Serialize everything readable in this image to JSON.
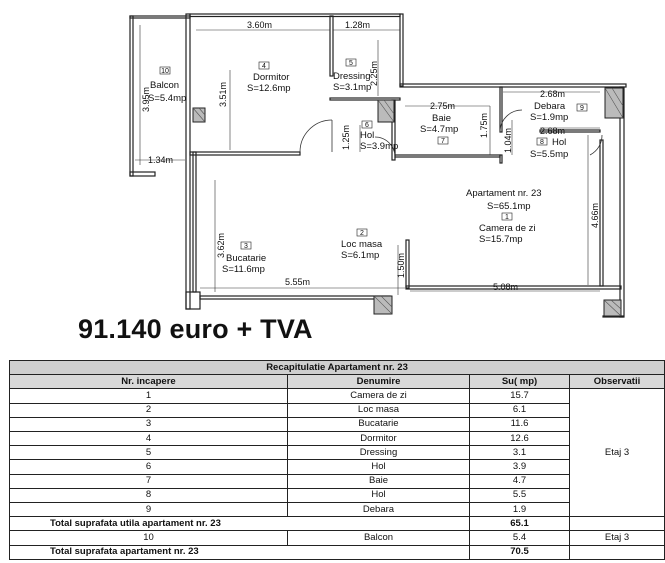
{
  "plan": {
    "dims": {
      "d360": "3.60m",
      "d128": "1.28m",
      "d225": "2.25m",
      "d395": "3.95m",
      "d351": "3.51m",
      "d134": "1.34m",
      "d275": "2.75m",
      "d175": "1.75m",
      "d125": "1.25m",
      "d268a": "2.68m",
      "d268b": "2.68m",
      "d104": "1.04m",
      "d466": "4.66m",
      "d362": "3.62m",
      "d555": "5.55m",
      "d150": "1.50m",
      "d508": "5.08m"
    },
    "rooms": {
      "balcon": {
        "num": "10",
        "name": "Balcon",
        "area": "S=5.4mp"
      },
      "dormitor": {
        "num": "4",
        "name": "Dormitor",
        "area": "S=12.6mp"
      },
      "dressing": {
        "num": "5",
        "name": "Dressing",
        "area": "S=3.1mp"
      },
      "baie": {
        "num": "7",
        "name": "Baie",
        "area": "S=4.7mp"
      },
      "hol6": {
        "num": "6",
        "name": "Hol",
        "area": "S=3.9mp"
      },
      "debara": {
        "num": "9",
        "name": "Debara",
        "area": "S=1.9mp"
      },
      "hol8": {
        "num": "8",
        "name": "Hol",
        "area": "S=5.5mp"
      },
      "apartament": {
        "title": "Apartament nr. 23",
        "area": "S=65.1mp"
      },
      "cameraZi": {
        "num": "1",
        "name": "Camera de zi",
        "area": "S=15.7mp"
      },
      "locMasa": {
        "num": "2",
        "name": "Loc masa",
        "area": "S=6.1mp"
      },
      "bucatarie": {
        "num": "3",
        "name": "Bucatarie",
        "area": "S=11.6mp"
      }
    }
  },
  "price": "91.140 euro + TVA",
  "table": {
    "caption": "Recapitulatie Apartament nr. 23",
    "headers": [
      "Nr. incapere",
      "Denumire",
      "Su( mp)",
      "Observatii"
    ],
    "rows": [
      {
        "nr": "1",
        "name": "Camera de zi",
        "su": "15.7"
      },
      {
        "nr": "2",
        "name": "Loc masa",
        "su": "6.1"
      },
      {
        "nr": "3",
        "name": "Bucatarie",
        "su": "11.6"
      },
      {
        "nr": "4",
        "name": "Dormitor",
        "su": "12.6"
      },
      {
        "nr": "5",
        "name": "Dressing",
        "su": "3.1"
      },
      {
        "nr": "6",
        "name": "Hol",
        "su": "3.9"
      },
      {
        "nr": "7",
        "name": "Baie",
        "su": "4.7"
      },
      {
        "nr": "8",
        "name": "Hol",
        "su": "5.5"
      },
      {
        "nr": "9",
        "name": "Debara",
        "su": "1.9"
      }
    ],
    "obs1": "Etaj 3",
    "totalUtilLabel": "Total suprafata utila apartament nr. 23",
    "totalUtilValue": "65.1",
    "balcon": {
      "nr": "10",
      "name": "Balcon",
      "su": "5.4",
      "obs": "Etaj 3"
    },
    "totalLabel": "Total suprafata apartament nr. 23",
    "totalValue": "70.5"
  }
}
